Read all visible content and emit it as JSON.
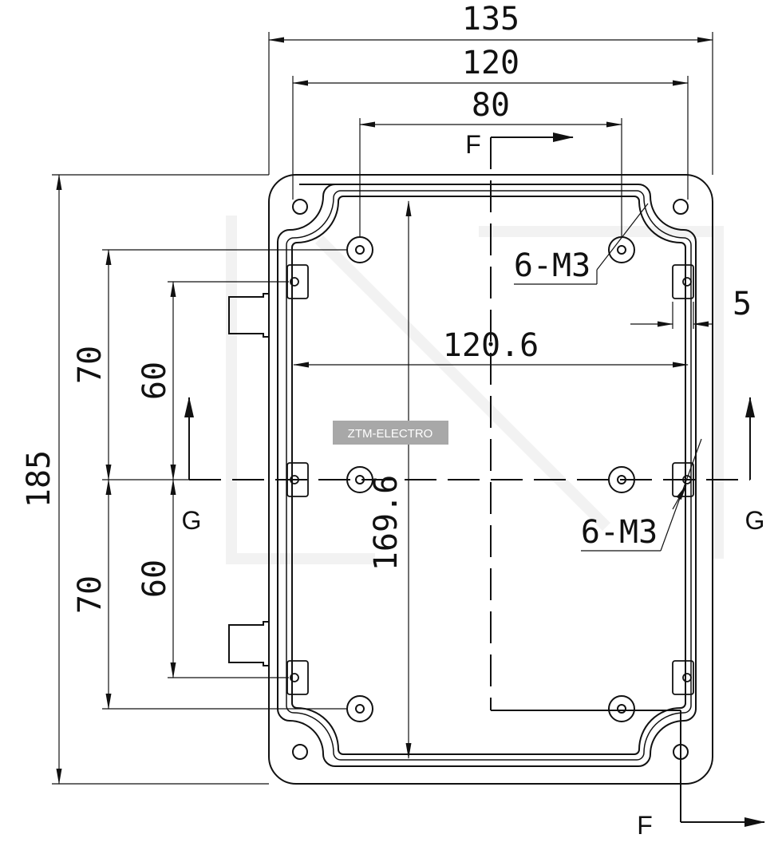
{
  "dimensions": {
    "overall_width": "135",
    "hole_width": "120",
    "boss_width": "80",
    "inner_width": "120.6",
    "wall_offset": "5",
    "overall_height": "185",
    "inner_height": "169.6",
    "upper_span_70": "70",
    "lower_span_70": "70",
    "upper_span_60": "60",
    "lower_span_60": "60"
  },
  "callouts": {
    "boss_threads": "6-M3",
    "clip_threads": "6-M3"
  },
  "section_labels": {
    "f_top": "F",
    "f_bottom": "F",
    "g_left": "G",
    "g_right": "G"
  },
  "watermark": "ZTM-ELECTRO"
}
